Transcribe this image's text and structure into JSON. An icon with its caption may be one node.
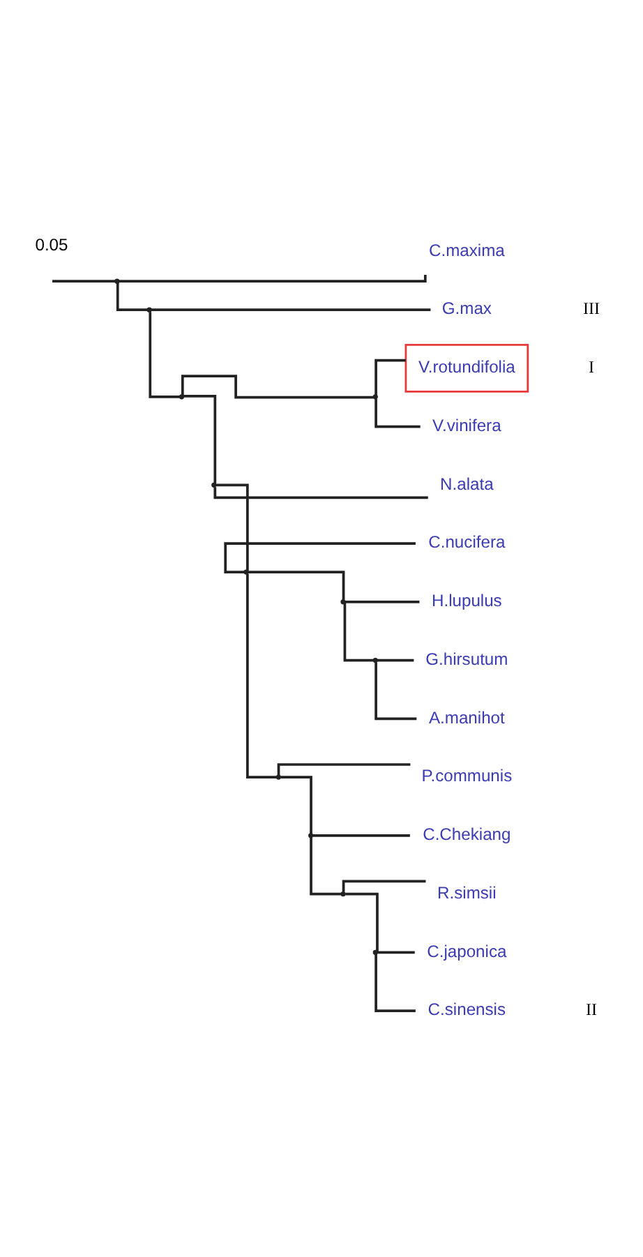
{
  "diagram": {
    "nodes": [
      {
        "text": [
          "V.rotundifolia"
        ]
      },
      {
        "text": [
          "V.vinifera"
        ]
      },
      {
        "text": [
          "G.hirsutum"
        ]
      },
      {
        "text": [
          "A.manihot"
        ]
      },
      {
        "text": [
          "H.lupulus"
        ]
      },
      {
        "text": [
          "C.nucifera"
        ]
      },
      {
        "text": [
          "C.japonica"
        ]
      },
      {
        "text": [
          "C.sinensis"
        ]
      },
      {
        "text": [
          "R.simsii"
        ]
      },
      {
        "text": [
          "C.Chekiang"
        ]
      },
      {
        "text": [
          "P.communis"
        ]
      },
      {
        "text": [
          "N.alata"
        ]
      },
      {
        "text": [
          "G.max"
        ]
      },
      {
        "text": [
          "C.maxima"
        ]
      },
      {
        "text": [],
        "shape": "point"
      },
      {
        "text": [],
        "shape": "point"
      },
      {
        "text": [],
        "shape": "point"
      },
      {
        "text": [],
        "shape": "point"
      },
      {
        "text": [],
        "shape": "point"
      },
      {
        "text": [],
        "shape": "point"
      },
      {
        "text": [],
        "shape": "point"
      },
      {
        "text": [],
        "shape": "point"
      },
      {
        "text": [],
        "shape": "point"
      },
      {
        "text": [],
        "shape": "point"
      },
      {
        "text": [],
        "shape": "point"
      },
      {
        "text": [],
        "shape": "point"
      }
    ],
    "edges": [
      {
        "from": null,
        "to": 14,
        "arrow": "none"
      },
      {
        "from": 14,
        "to": 15,
        "arrow": "none"
      },
      {
        "from": 14,
        "to": 13,
        "arrow": "none"
      },
      {
        "from": 15,
        "to": 16,
        "arrow": "none"
      },
      {
        "from": 15,
        "to": 12,
        "arrow": "none"
      },
      {
        "from": 16,
        "to": 17,
        "arrow": "none"
      },
      {
        "from": 16,
        "to": 18,
        "arrow": "none"
      },
      {
        "from": 17,
        "to": 0,
        "arrow": "none"
      },
      {
        "from": 17,
        "to": 1,
        "arrow": "none"
      },
      {
        "from": 18,
        "to": 19,
        "arrow": "none"
      },
      {
        "from": 18,
        "to": 11,
        "arrow": "none"
      },
      {
        "from": 19,
        "to": 20,
        "arrow": "none"
      },
      {
        "from": 19,
        "to": 5,
        "arrow": "none"
      },
      {
        "from": 19,
        "to": 22,
        "arrow": "none"
      },
      {
        "from": 20,
        "to": 21,
        "arrow": "none"
      },
      {
        "from": 20,
        "to": 4,
        "arrow": "none"
      },
      {
        "from": 21,
        "to": 2,
        "arrow": "none"
      },
      {
        "from": 21,
        "to": 3,
        "arrow": "none"
      },
      {
        "from": 22,
        "to": 23,
        "arrow": "none"
      },
      {
        "from": 22,
        "to": 10,
        "arrow": "none"
      },
      {
        "from": 23,
        "to": 24,
        "arrow": "none"
      },
      {
        "from": 23,
        "to": 9,
        "arrow": "none"
      },
      {
        "from": 24,
        "to": 25,
        "arrow": "none"
      },
      {
        "from": 24,
        "to": 8,
        "arrow": "none"
      },
      {
        "from": 25,
        "to": 6,
        "arrow": "none"
      },
      {
        "from": 25,
        "to": 7,
        "arrow": "none"
      }
    ],
    "labels": [
      "0.05",
      "I",
      "II",
      "III"
    ]
  }
}
